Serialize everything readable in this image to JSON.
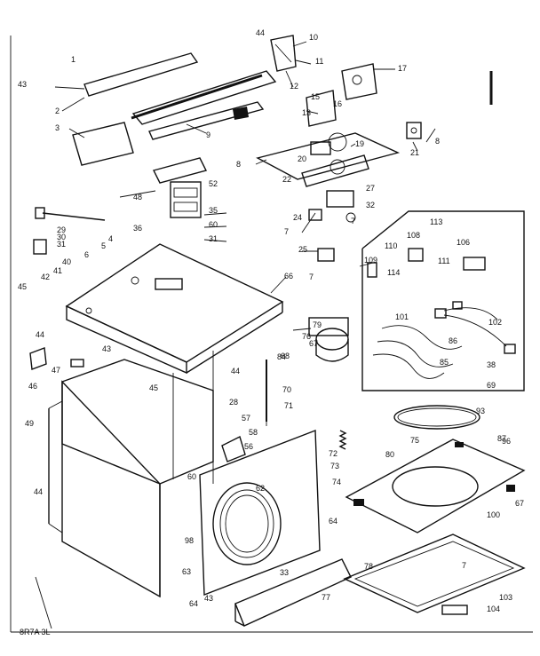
{
  "diagram": {
    "footer_code": "8R7A 3L",
    "callouts": [
      {
        "id": "c1",
        "text": "1"
      },
      {
        "id": "c2",
        "text": "2"
      },
      {
        "id": "c3",
        "text": "3"
      },
      {
        "id": "c4",
        "text": "4"
      },
      {
        "id": "c5",
        "text": "5"
      },
      {
        "id": "c6",
        "text": "6"
      },
      {
        "id": "c7a",
        "text": "7"
      },
      {
        "id": "c7b",
        "text": "7"
      },
      {
        "id": "c7c",
        "text": "7"
      },
      {
        "id": "c7d",
        "text": "7"
      },
      {
        "id": "c8a",
        "text": "8"
      },
      {
        "id": "c8b",
        "text": "8"
      },
      {
        "id": "c9",
        "text": "9"
      },
      {
        "id": "c10",
        "text": "10"
      },
      {
        "id": "c11",
        "text": "11"
      },
      {
        "id": "c12",
        "text": "12"
      },
      {
        "id": "c13",
        "text": "13"
      },
      {
        "id": "c15",
        "text": "15"
      },
      {
        "id": "c16",
        "text": "16"
      },
      {
        "id": "c17",
        "text": "17"
      },
      {
        "id": "c19",
        "text": "19"
      },
      {
        "id": "c20",
        "text": "20"
      },
      {
        "id": "c21",
        "text": "21"
      },
      {
        "id": "c22",
        "text": "22"
      },
      {
        "id": "c24",
        "text": "24"
      },
      {
        "id": "c25",
        "text": "25"
      },
      {
        "id": "c27",
        "text": "27"
      },
      {
        "id": "c28",
        "text": "28"
      },
      {
        "id": "c29",
        "text": "29"
      },
      {
        "id": "c30",
        "text": "30"
      },
      {
        "id": "c31a",
        "text": "31"
      },
      {
        "id": "c31b",
        "text": "31"
      },
      {
        "id": "c32",
        "text": "32"
      },
      {
        "id": "c33",
        "text": "33"
      },
      {
        "id": "c35",
        "text": "35"
      },
      {
        "id": "c36",
        "text": "36"
      },
      {
        "id": "c38",
        "text": "38"
      },
      {
        "id": "c40",
        "text": "40"
      },
      {
        "id": "c41",
        "text": "41"
      },
      {
        "id": "c42",
        "text": "42"
      },
      {
        "id": "c43a",
        "text": "43"
      },
      {
        "id": "c43b",
        "text": "43"
      },
      {
        "id": "c43c",
        "text": "43"
      },
      {
        "id": "c44a",
        "text": "44"
      },
      {
        "id": "c44b",
        "text": "44"
      },
      {
        "id": "c44c",
        "text": "44"
      },
      {
        "id": "c44d",
        "text": "44"
      },
      {
        "id": "c45a",
        "text": "45"
      },
      {
        "id": "c45b",
        "text": "45"
      },
      {
        "id": "c46",
        "text": "46"
      },
      {
        "id": "c47",
        "text": "47"
      },
      {
        "id": "c48",
        "text": "48"
      },
      {
        "id": "c49",
        "text": "49"
      },
      {
        "id": "c52",
        "text": "52"
      },
      {
        "id": "c56",
        "text": "56"
      },
      {
        "id": "c57",
        "text": "57"
      },
      {
        "id": "c58",
        "text": "58"
      },
      {
        "id": "c60a",
        "text": "60"
      },
      {
        "id": "c60b",
        "text": "60"
      },
      {
        "id": "c62",
        "text": "62"
      },
      {
        "id": "c63",
        "text": "63"
      },
      {
        "id": "c64a",
        "text": "64"
      },
      {
        "id": "c64b",
        "text": "64"
      },
      {
        "id": "c66",
        "text": "66"
      },
      {
        "id": "c67a",
        "text": "67"
      },
      {
        "id": "c67b",
        "text": "67"
      },
      {
        "id": "c68",
        "text": "68"
      },
      {
        "id": "c69",
        "text": "69"
      },
      {
        "id": "c70",
        "text": "70"
      },
      {
        "id": "c71",
        "text": "71"
      },
      {
        "id": "c72",
        "text": "72"
      },
      {
        "id": "c73",
        "text": "73"
      },
      {
        "id": "c74",
        "text": "74"
      },
      {
        "id": "c75",
        "text": "75"
      },
      {
        "id": "c76",
        "text": "76"
      },
      {
        "id": "c77",
        "text": "77"
      },
      {
        "id": "c78",
        "text": "78"
      },
      {
        "id": "c79",
        "text": "79"
      },
      {
        "id": "c80",
        "text": "80"
      },
      {
        "id": "c84",
        "text": "84"
      },
      {
        "id": "c85",
        "text": "85"
      },
      {
        "id": "c86",
        "text": "86"
      },
      {
        "id": "c87",
        "text": "87"
      },
      {
        "id": "c93",
        "text": "93"
      },
      {
        "id": "c96",
        "text": "96"
      },
      {
        "id": "c98",
        "text": "98"
      },
      {
        "id": "c100",
        "text": "100"
      },
      {
        "id": "c101",
        "text": "101"
      },
      {
        "id": "c102",
        "text": "102"
      },
      {
        "id": "c103",
        "text": "103"
      },
      {
        "id": "c104",
        "text": "104"
      },
      {
        "id": "c106",
        "text": "106"
      },
      {
        "id": "c108",
        "text": "108"
      },
      {
        "id": "c109",
        "text": "109"
      },
      {
        "id": "c110",
        "text": "110"
      },
      {
        "id": "c111",
        "text": "111"
      },
      {
        "id": "c113",
        "text": "113"
      },
      {
        "id": "c114",
        "text": "114"
      }
    ]
  }
}
